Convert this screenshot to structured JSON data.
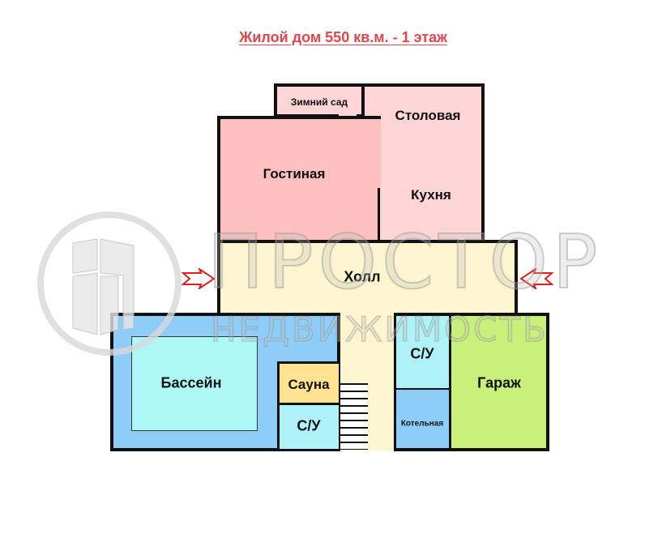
{
  "title": "Жилой дом 550 кв.м. - 1 этаж",
  "colors": {
    "title": "#e0464a",
    "living_room": "#fdbfc0",
    "dining_kitchen": "#fdd5d6",
    "winter_garden": "#fdd5d6",
    "hall": "#fdf5cf",
    "pool_area": "#8ecdf7",
    "pool": "#aef7f7",
    "sauna": "#fde28f",
    "bathroom": "#aef1f7",
    "boiler_room": "#8ecdf7",
    "garage": "#c8f07a",
    "entrance_arrow": "#e02020",
    "wall": "#111111"
  },
  "rooms": {
    "winter_garden": "Зимний сад",
    "dining": "Столовая",
    "living": "Гостиная",
    "kitchen": "Кухня",
    "hall": "Холл",
    "pool": "Бассейн",
    "sauna": "Сауна",
    "bathroom_left": "С/У",
    "bathroom_right": "С/У",
    "boiler": "Котельная",
    "garage": "Гараж"
  },
  "watermark": {
    "line1": "ПРОСТОР",
    "line2": "НЕДВИЖИМОСТЬ"
  }
}
